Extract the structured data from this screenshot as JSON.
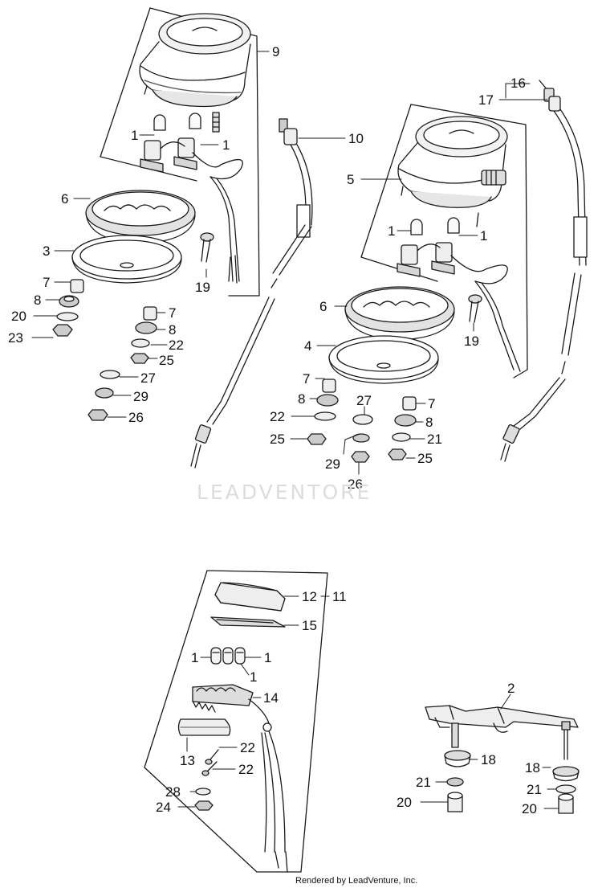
{
  "diagram": {
    "watermark": "LEADVENTORE",
    "credit": "Rendered by LeadVenture, Inc.",
    "callouts": {
      "c9": "9",
      "c10": "10",
      "c16": "16",
      "c17": "17",
      "c5": "5",
      "c6a": "6",
      "c3": "3",
      "c7a": "7",
      "c8a": "8",
      "c20a": "20",
      "c23": "23",
      "c1a": "1",
      "c1b": "1",
      "c19a": "19",
      "c7b": "7",
      "c8b": "8",
      "c22a": "22",
      "c25a": "25",
      "c27a": "27",
      "c29a": "29",
      "c26a": "26",
      "c1c": "1",
      "c1d": "1",
      "c6b": "6",
      "c19b": "19",
      "c4": "4",
      "c7c": "7",
      "c8c": "8",
      "c22b": "22",
      "c25b": "25",
      "c27b": "27",
      "c29b": "29",
      "c26b": "26",
      "c7d": "7",
      "c8d": "8",
      "c21a": "21",
      "c25c": "25",
      "c12": "12",
      "c11": "11",
      "c15": "15",
      "c1e": "1",
      "c1f": "1",
      "c1g": "1",
      "c14": "14",
      "c13": "13",
      "c22c": "22",
      "c22d": "22",
      "c28": "28",
      "c24": "24",
      "c2": "2",
      "c18a": "18",
      "c18b": "18",
      "c21b": "21",
      "c21c": "21",
      "c20b": "20",
      "c20c": "20"
    }
  }
}
